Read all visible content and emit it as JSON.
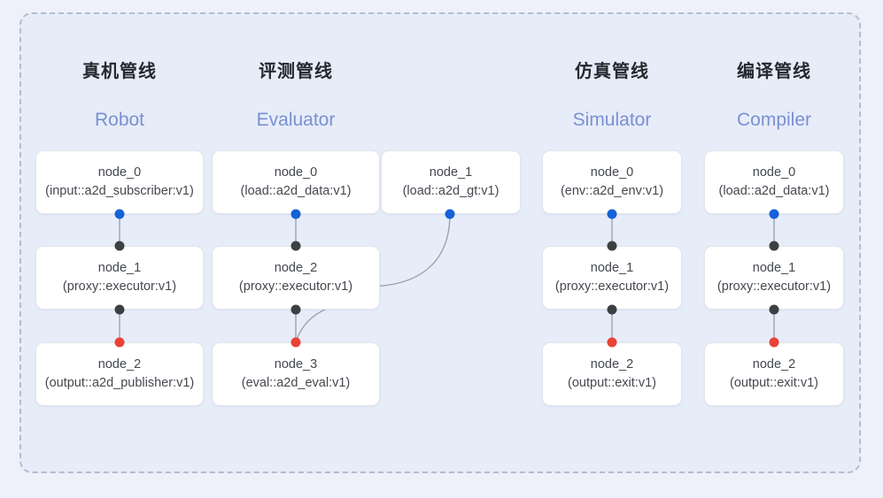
{
  "diagram": {
    "background_color": "#eef1fa",
    "panel_color": "#e7ecf9",
    "border_color": "#b4bcd0",
    "port_colors": {
      "output": "#1461d8",
      "link": "#3c4043",
      "terminal": "#ea4335"
    },
    "edge_color": "#9aa3b5"
  },
  "columns": [
    {
      "id": "robot",
      "title_cn": "真机管线",
      "title_en": "Robot",
      "nodes": [
        {
          "name": "node_0",
          "spec": "(input::a2d_subscriber:v1)"
        },
        {
          "name": "node_1",
          "spec": "(proxy::executor:v1)"
        },
        {
          "name": "node_2",
          "spec": "(output::a2d_publisher:v1)"
        }
      ]
    },
    {
      "id": "evaluator",
      "title_cn": "评测管线",
      "title_en": "Evaluator",
      "nodes": [
        {
          "name": "node_0",
          "spec": "(load::a2d_data:v1)"
        },
        {
          "name": "node_1",
          "spec": "(load::a2d_gt:v1)"
        },
        {
          "name": "node_2",
          "spec": "(proxy::executor:v1)"
        },
        {
          "name": "node_3",
          "spec": "(eval::a2d_eval:v1)"
        }
      ]
    },
    {
      "id": "simulator",
      "title_cn": "仿真管线",
      "title_en": "Simulator",
      "nodes": [
        {
          "name": "node_0",
          "spec": "(env::a2d_env:v1)"
        },
        {
          "name": "node_1",
          "spec": "(proxy::executor:v1)"
        },
        {
          "name": "node_2",
          "spec": "(output::exit:v1)"
        }
      ]
    },
    {
      "id": "compiler",
      "title_cn": "编译管线",
      "title_en": "Compiler",
      "nodes": [
        {
          "name": "node_0",
          "spec": "(load::a2d_data:v1)"
        },
        {
          "name": "node_1",
          "spec": "(proxy::executor:v1)"
        },
        {
          "name": "node_2",
          "spec": "(output::exit:v1)"
        }
      ]
    }
  ]
}
